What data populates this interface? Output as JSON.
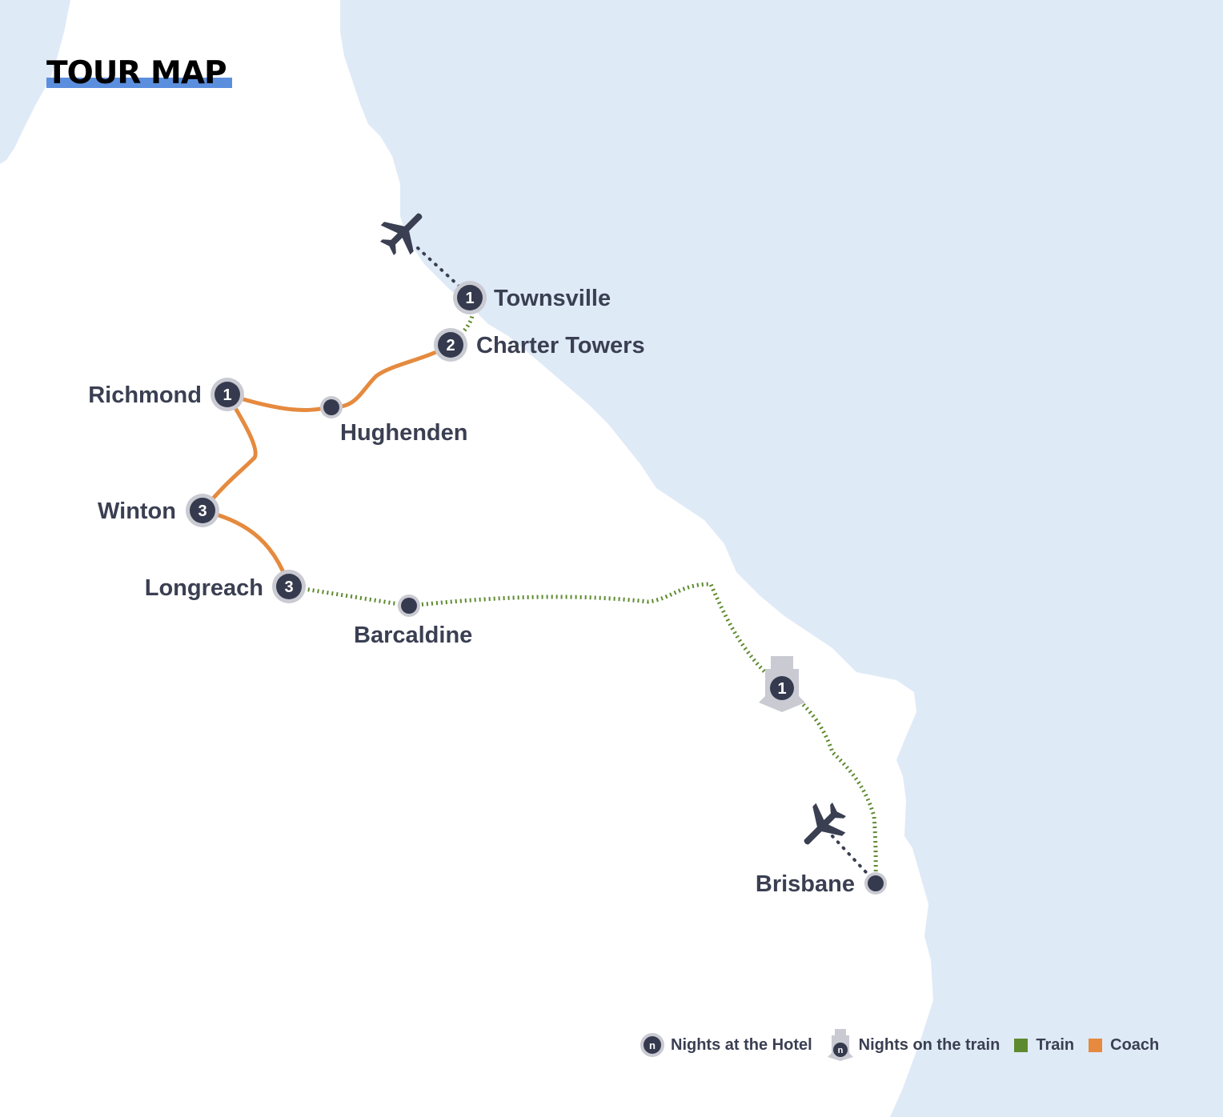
{
  "title": "TOUR MAP",
  "colors": {
    "sea": "#dfeaf7",
    "land": "#ffffff",
    "train": "#5e8a2f",
    "coach": "#e58a3e",
    "flight": "#3a3f52",
    "marker": "#363a4e",
    "marker_ring": "#c9cad2"
  },
  "cities": {
    "townsville": {
      "name": "Townsville",
      "nights": "1"
    },
    "charter_towers": {
      "name": "Charter Towers",
      "nights": "2"
    },
    "richmond": {
      "name": "Richmond",
      "nights": "1"
    },
    "hughenden": {
      "name": "Hughenden"
    },
    "winton": {
      "name": "Winton",
      "nights": "3"
    },
    "longreach": {
      "name": "Longreach",
      "nights": "3"
    },
    "barcaldine": {
      "name": "Barcaldine"
    },
    "brisbane": {
      "name": "Brisbane"
    }
  },
  "train_stop": {
    "nights": "1",
    "icon": "train-icon"
  },
  "flights": [
    {
      "icon": "airplane-icon",
      "to": "Townsville"
    },
    {
      "icon": "airplane-icon",
      "to": "Brisbane"
    }
  ],
  "legend": {
    "hotel": {
      "label": "Nights at the Hotel",
      "symbol": "n"
    },
    "train_nights": {
      "label": "Nights on the train",
      "symbol": "n"
    },
    "train": {
      "label": "Train"
    },
    "coach": {
      "label": "Coach"
    }
  }
}
